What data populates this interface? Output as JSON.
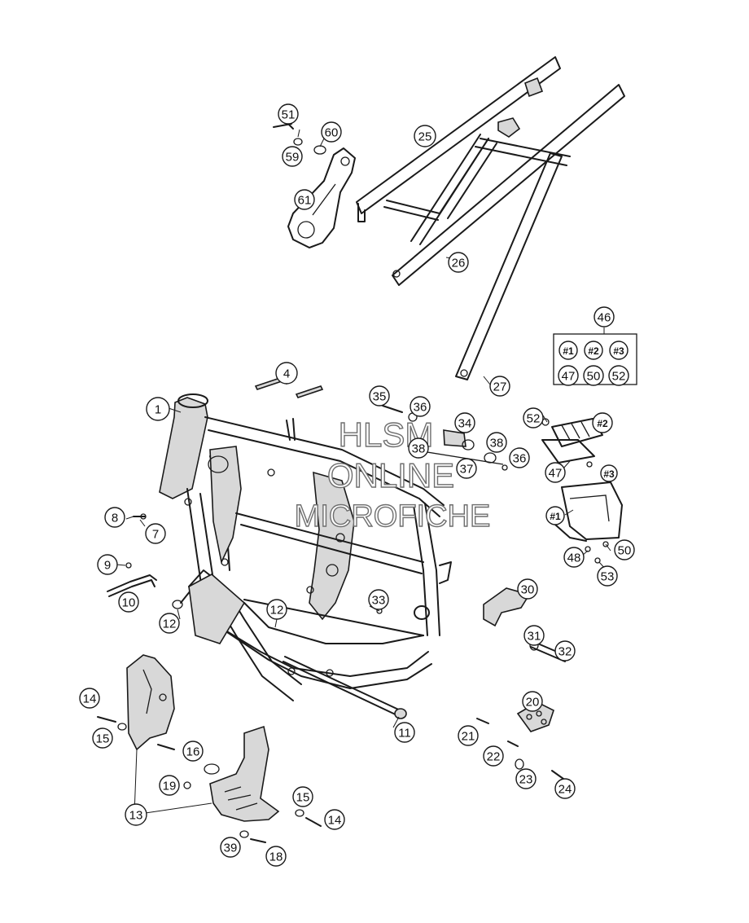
{
  "watermark": {
    "line1": "HLSM",
    "line2": "ONLINE",
    "line3": "MICROFICHE"
  },
  "callouts": [
    {
      "id": "c1",
      "label": "1"
    },
    {
      "id": "c4",
      "label": "4"
    },
    {
      "id": "c7",
      "label": "7"
    },
    {
      "id": "c8",
      "label": "8"
    },
    {
      "id": "c9",
      "label": "9"
    },
    {
      "id": "c10",
      "label": "10"
    },
    {
      "id": "c11",
      "label": "11"
    },
    {
      "id": "c12a",
      "label": "12"
    },
    {
      "id": "c12b",
      "label": "12"
    },
    {
      "id": "c13",
      "label": "13"
    },
    {
      "id": "c14a",
      "label": "14"
    },
    {
      "id": "c14b",
      "label": "14"
    },
    {
      "id": "c15a",
      "label": "15"
    },
    {
      "id": "c15b",
      "label": "15"
    },
    {
      "id": "c16",
      "label": "16"
    },
    {
      "id": "c18",
      "label": "18"
    },
    {
      "id": "c19",
      "label": "19"
    },
    {
      "id": "c20",
      "label": "20"
    },
    {
      "id": "c21",
      "label": "21"
    },
    {
      "id": "c22",
      "label": "22"
    },
    {
      "id": "c23",
      "label": "23"
    },
    {
      "id": "c24",
      "label": "24"
    },
    {
      "id": "c25",
      "label": "25"
    },
    {
      "id": "c26",
      "label": "26"
    },
    {
      "id": "c27",
      "label": "27"
    },
    {
      "id": "c30",
      "label": "30"
    },
    {
      "id": "c31",
      "label": "31"
    },
    {
      "id": "c32",
      "label": "32"
    },
    {
      "id": "c33",
      "label": "33"
    },
    {
      "id": "c34",
      "label": "34"
    },
    {
      "id": "c35",
      "label": "35"
    },
    {
      "id": "c36a",
      "label": "36"
    },
    {
      "id": "c36b",
      "label": "36"
    },
    {
      "id": "c37",
      "label": "37"
    },
    {
      "id": "c38a",
      "label": "38"
    },
    {
      "id": "c38b",
      "label": "38"
    },
    {
      "id": "c39",
      "label": "39"
    },
    {
      "id": "c46",
      "label": "46"
    },
    {
      "id": "c47a",
      "label": "47"
    },
    {
      "id": "c47b",
      "label": "47"
    },
    {
      "id": "c48",
      "label": "48"
    },
    {
      "id": "c50a",
      "label": "50"
    },
    {
      "id": "c50b",
      "label": "50"
    },
    {
      "id": "c51",
      "label": "51"
    },
    {
      "id": "c52a",
      "label": "52"
    },
    {
      "id": "c52b",
      "label": "52"
    },
    {
      "id": "c53",
      "label": "53"
    },
    {
      "id": "c59",
      "label": "59"
    },
    {
      "id": "c60",
      "label": "60"
    },
    {
      "id": "c61",
      "label": "61"
    },
    {
      "id": "k1a",
      "label": "#1"
    },
    {
      "id": "k2a",
      "label": "#2"
    },
    {
      "id": "k3a",
      "label": "#3"
    },
    {
      "id": "k1b",
      "label": "#1"
    },
    {
      "id": "k2b",
      "label": "#2"
    },
    {
      "id": "k3b",
      "label": "#3"
    }
  ]
}
